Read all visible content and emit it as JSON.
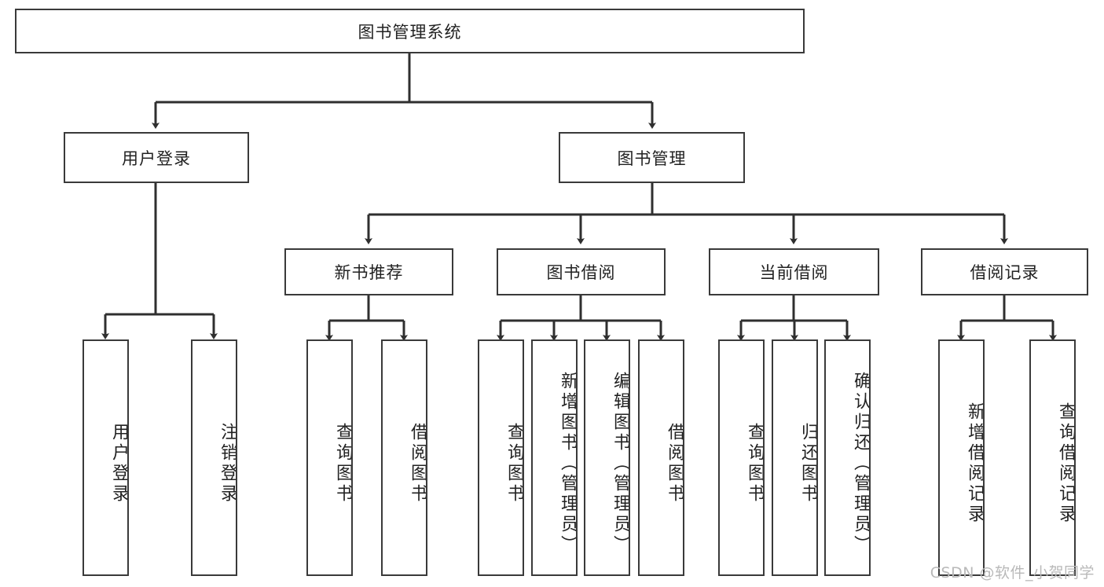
{
  "diagram": {
    "title": "图书管理系统",
    "type": "hierarchy-tree",
    "root": {
      "label": "图书管理系统"
    },
    "level2": [
      {
        "label": "用户登录"
      },
      {
        "label": "图书管理"
      }
    ],
    "level3": [
      {
        "label": "新书推荐"
      },
      {
        "label": "图书借阅"
      },
      {
        "label": "当前借阅"
      },
      {
        "label": "借阅记录"
      }
    ],
    "leaves": {
      "user_login": [
        {
          "label": "用户登录"
        },
        {
          "label": "注销登录"
        }
      ],
      "new_book_recommend": [
        {
          "label": "查询图书"
        },
        {
          "label": "借阅图书"
        }
      ],
      "book_borrow": [
        {
          "label": "查询图书"
        },
        {
          "label": "新增图书（管理员）"
        },
        {
          "label": "编辑图书（管理员）"
        },
        {
          "label": "借阅图书"
        }
      ],
      "current_borrow": [
        {
          "label": "查询图书"
        },
        {
          "label": "归还图书"
        },
        {
          "label": "确认归还（管理员）"
        }
      ],
      "borrow_record": [
        {
          "label": "新增借阅记录"
        },
        {
          "label": "查询借阅记录"
        }
      ]
    }
  },
  "watermark": {
    "text": "CSDN @软件_小贺同学"
  },
  "colors": {
    "border": "#3a3a3a",
    "text": "#222222",
    "background": "#ffffff",
    "watermark": "#b9b9b9"
  }
}
